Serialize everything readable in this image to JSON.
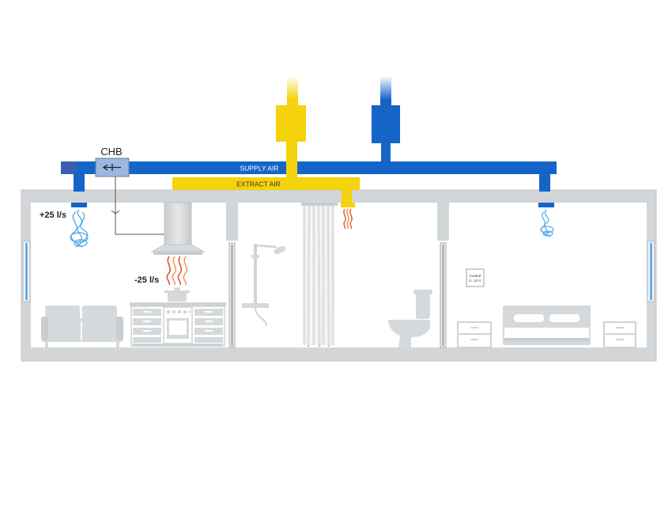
{
  "labels": {
    "chb": "CHB",
    "supply_air": "SUPPLY AIR",
    "extract_air": "EXTRACT AIR",
    "supply_flow": "+25 l/s",
    "extract_flow": "-25 l/s",
    "sensor_line1": "Control",
    "sensor_line2": "0...10 V"
  },
  "colors": {
    "supply": "#1565c8",
    "extract": "#f4d20c",
    "building": "#d3d6d8",
    "furniture": "#d6d9db",
    "chb_box": "#9db8e0",
    "heat": "#e8552a",
    "window": "#3b8fe0"
  },
  "icons": {
    "supply_diffusers": "airflow-swirl-icon",
    "extract_valves": "heat-waves-icon",
    "damper": "arrow-icon"
  }
}
